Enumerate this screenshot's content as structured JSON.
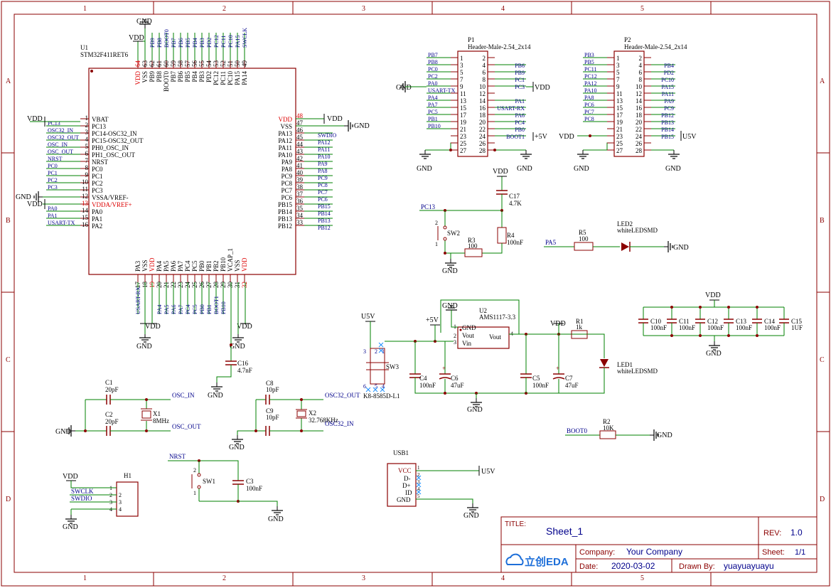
{
  "title_block": {
    "title_label": "TITLE:",
    "title": "Sheet_1",
    "rev_label": "REV:",
    "rev": "1.0",
    "company_label": "Company:",
    "company": "Your Company",
    "sheet_label": "Sheet:",
    "sheet": "1/1",
    "date_label": "Date:",
    "date": "2020-03-02",
    "drawn_label": "Drawn By:",
    "drawn_by": "yuayuayuayu",
    "logo_text": "立创EDA"
  },
  "frame": {
    "cols": [
      "1",
      "2",
      "3",
      "4",
      "5"
    ],
    "rows": [
      "A",
      "B",
      "C",
      "D"
    ]
  },
  "u1": {
    "ref": "U1",
    "value": "STM32F411RET6",
    "left_pins": [
      {
        "num": "1",
        "name": "VBAT",
        "net": "",
        "red": false
      },
      {
        "num": "2",
        "name": "PC13",
        "net": "PC13",
        "red": false
      },
      {
        "num": "3",
        "name": "PC14-OSC32_IN",
        "net": "OSC32_IN",
        "red": false
      },
      {
        "num": "4",
        "name": "PC15-OSC32_OUT",
        "net": "OSC32_OUT",
        "red": false
      },
      {
        "num": "5",
        "name": "PH0_OSC_IN",
        "net": "OSC_IN",
        "red": false
      },
      {
        "num": "6",
        "name": "PH1_OSC_OUT",
        "net": "OSC_OUT",
        "red": false
      },
      {
        "num": "7",
        "name": "NRST",
        "net": "NRST",
        "red": false
      },
      {
        "num": "8",
        "name": "PC0",
        "net": "PC0",
        "red": false
      },
      {
        "num": "9",
        "name": "PC1",
        "net": "PC1",
        "red": false
      },
      {
        "num": "10",
        "name": "PC2",
        "net": "PC2",
        "red": false
      },
      {
        "num": "11",
        "name": "PC3",
        "net": "PC3",
        "red": false
      },
      {
        "num": "12",
        "name": "VSSA/VREF-",
        "net": "",
        "red": false
      },
      {
        "num": "13",
        "name": "VDDA/VREF+",
        "net": "",
        "red": true
      },
      {
        "num": "14",
        "name": "PA0",
        "net": "PA0",
        "red": false
      },
      {
        "num": "15",
        "name": "PA1",
        "net": "PA1",
        "red": false
      },
      {
        "num": "16",
        "name": "PA2",
        "net": "USART-TX",
        "red": false
      }
    ],
    "right_pins": [
      {
        "num": "48",
        "name": "VDD",
        "net": "",
        "red": true
      },
      {
        "num": "47",
        "name": "VSS",
        "net": "",
        "red": false
      },
      {
        "num": "46",
        "name": "PA13",
        "net": "SWDIO",
        "red": false
      },
      {
        "num": "45",
        "name": "PA12",
        "net": "PA12",
        "red": false
      },
      {
        "num": "44",
        "name": "PA11",
        "net": "PA11",
        "red": false
      },
      {
        "num": "43",
        "name": "PA10",
        "net": "PA10",
        "red": false
      },
      {
        "num": "42",
        "name": "PA9",
        "net": "PA9",
        "red": false
      },
      {
        "num": "41",
        "name": "PA8",
        "net": "PA8",
        "red": false
      },
      {
        "num": "40",
        "name": "PC9",
        "net": "PC9",
        "red": false
      },
      {
        "num": "39",
        "name": "PC8",
        "net": "PC8",
        "red": false
      },
      {
        "num": "38",
        "name": "PC7",
        "net": "PC7",
        "red": false
      },
      {
        "num": "37",
        "name": "PC6",
        "net": "PC6",
        "red": false
      },
      {
        "num": "36",
        "name": "PB15",
        "net": "PB15",
        "red": false
      },
      {
        "num": "35",
        "name": "PB14",
        "net": "PB14",
        "red": false
      },
      {
        "num": "34",
        "name": "PB13",
        "net": "PB13",
        "red": false
      },
      {
        "num": "33",
        "name": "PB12",
        "net": "PB12",
        "red": false
      }
    ],
    "top_pins": [
      {
        "num": "64",
        "name": "VDD",
        "net": "",
        "red": true
      },
      {
        "num": "63",
        "name": "VSS",
        "net": "",
        "red": false
      },
      {
        "num": "62",
        "name": "PB9",
        "net": "PB9",
        "red": false
      },
      {
        "num": "61",
        "name": "PB8",
        "net": "PB8",
        "red": false
      },
      {
        "num": "60",
        "name": "BOOT0",
        "net": "BOOT0",
        "red": false
      },
      {
        "num": "59",
        "name": "PB7",
        "net": "PB7",
        "red": false
      },
      {
        "num": "58",
        "name": "PB6",
        "net": "PB6",
        "red": false
      },
      {
        "num": "57",
        "name": "PB5",
        "net": "PB5",
        "red": false
      },
      {
        "num": "56",
        "name": "PB4",
        "net": "PB4",
        "red": false
      },
      {
        "num": "55",
        "name": "PB3",
        "net": "PB3",
        "red": false
      },
      {
        "num": "54",
        "name": "PD2",
        "net": "PD2",
        "red": false
      },
      {
        "num": "53",
        "name": "PC12",
        "net": "PC12",
        "red": false
      },
      {
        "num": "52",
        "name": "PC11",
        "net": "PC11",
        "red": false
      },
      {
        "num": "51",
        "name": "PC10",
        "net": "PC10",
        "red": false
      },
      {
        "num": "50",
        "name": "PA15",
        "net": "PA15",
        "red": false
      },
      {
        "num": "49",
        "name": "PA14",
        "net": "SWCLK",
        "red": false
      }
    ],
    "bottom_pins": [
      {
        "num": "17",
        "name": "PA3",
        "net": "USART-RX",
        "red": false
      },
      {
        "num": "18",
        "name": "VSS",
        "net": "",
        "red": false
      },
      {
        "num": "19",
        "name": "VDD",
        "net": "",
        "red": true
      },
      {
        "num": "20",
        "name": "PA4",
        "net": "PA4",
        "red": false
      },
      {
        "num": "21",
        "name": "PA5",
        "net": "PA5",
        "red": false
      },
      {
        "num": "22",
        "name": "PA6",
        "net": "PA6",
        "red": false
      },
      {
        "num": "23",
        "name": "PA7",
        "net": "PA7",
        "red": false
      },
      {
        "num": "24",
        "name": "PC4",
        "net": "PC4",
        "red": false
      },
      {
        "num": "25",
        "name": "PC5",
        "net": "PC5",
        "red": false
      },
      {
        "num": "26",
        "name": "PB0",
        "net": "PB0",
        "red": false
      },
      {
        "num": "27",
        "name": "PB1",
        "net": "PB1",
        "red": false
      },
      {
        "num": "28",
        "name": "PB2",
        "net": "BOOT1",
        "red": false
      },
      {
        "num": "29",
        "name": "PB10",
        "net": "PB10",
        "red": false
      },
      {
        "num": "30",
        "name": "VCAP_1",
        "net": "",
        "red": false
      },
      {
        "num": "31",
        "name": "VSS",
        "net": "",
        "red": false
      },
      {
        "num": "32",
        "name": "VDD",
        "net": "",
        "red": true
      }
    ]
  },
  "p1": {
    "ref": "P1",
    "value": "Header-Male-2.54_2x14",
    "left_nums": [
      "1",
      "3",
      "5",
      "7",
      "9",
      "11",
      "13",
      "15",
      "17",
      "19",
      "21",
      "23",
      "25",
      "27"
    ],
    "right_nums": [
      "2",
      "4",
      "6",
      "8",
      "10",
      "12",
      "14",
      "16",
      "18",
      "20",
      "22",
      "24",
      "26",
      "28"
    ],
    "left_nets": [
      "PB7",
      "PB8",
      "PC0",
      "PC2",
      "PA0",
      "USART-TX",
      "PA4",
      "PA7",
      "PC5",
      "PB1",
      "PB10",
      "",
      "",
      ""
    ],
    "right_nets": [
      "",
      "PB6",
      "PB9",
      "PC1",
      "PC3",
      "",
      "PA1",
      "USART-RX",
      "PA6",
      "PC4",
      "PB0",
      "BOOT1",
      "",
      ""
    ]
  },
  "p2": {
    "ref": "P2",
    "value": "Header-Male-2.54_2x14",
    "left_nums": [
      "1",
      "3",
      "5",
      "7",
      "9",
      "11",
      "13",
      "15",
      "17",
      "19",
      "21",
      "23",
      "25",
      "27"
    ],
    "right_nums": [
      "2",
      "4",
      "6",
      "8",
      "10",
      "12",
      "14",
      "16",
      "18",
      "20",
      "22",
      "24",
      "26",
      "28"
    ],
    "left_nets": [
      "PB3",
      "PB5",
      "PC11",
      "PC12",
      "PA12",
      "PA10",
      "PA8",
      "PC6",
      "PC7",
      "PC8",
      "",
      "",
      "",
      ""
    ],
    "right_nets": [
      "",
      "PB4",
      "PD2",
      "PC10",
      "PA15",
      "PA11",
      "PA9",
      "PC9",
      "PB12",
      "PB13",
      "PB14",
      "PB15",
      "",
      ""
    ]
  },
  "power": {
    "gnd": "GND",
    "vdd": "VDD",
    "p5v": "+5V",
    "u5v": "U5V"
  },
  "components": {
    "c17": {
      "ref": "C17",
      "value": "4.7K"
    },
    "r3": {
      "ref": "R3",
      "value": "100"
    },
    "r4": {
      "ref": "R4",
      "value": "100nF"
    },
    "sw2": {
      "ref": "SW2",
      "pin1": "1",
      "pin2": "2"
    },
    "r5": {
      "ref": "R5",
      "value": "100"
    },
    "led2": {
      "ref": "LED2",
      "value": "whiteLEDSMD"
    },
    "u2": {
      "ref": "U2",
      "value": "AMS1117-3.3",
      "pin_gnd": "GND",
      "pin_vout_l": "Vout",
      "pin_vin": "Vin",
      "pin_vout_r": "Vout",
      "n1": "1",
      "n2": "2",
      "n3": "3",
      "n4": "4"
    },
    "r1": {
      "ref": "R1",
      "value": "1k"
    },
    "led1": {
      "ref": "LED1",
      "value": "whiteLEDSMD"
    },
    "c4": {
      "ref": "C4",
      "value": "100nF"
    },
    "c6": {
      "ref": "C6",
      "value": "47uF"
    },
    "c5": {
      "ref": "C5",
      "value": "100nF"
    },
    "c7": {
      "ref": "C7",
      "value": "47uF"
    },
    "sw3": {
      "ref": "SW3",
      "value": "K8-8585D-L1",
      "pins": [
        "3",
        "2",
        "1",
        "6",
        "5",
        "4"
      ]
    },
    "c16": {
      "ref": "C16",
      "value": "4.7nF"
    },
    "c1": {
      "ref": "C1",
      "value": "20pF"
    },
    "c2": {
      "ref": "C2",
      "value": "20pF"
    },
    "x1": {
      "ref": "X1",
      "value": "8MHz"
    },
    "c8": {
      "ref": "C8",
      "value": "10pF"
    },
    "c9": {
      "ref": "C9",
      "value": "10pF"
    },
    "x2": {
      "ref": "X2",
      "value": "32.768KHz"
    },
    "r2": {
      "ref": "R2",
      "value": "10K"
    },
    "sw1": {
      "ref": "SW1",
      "pin1": "1",
      "pin2": "2"
    },
    "c3": {
      "ref": "C3",
      "value": "100nF"
    },
    "h1": {
      "ref": "H1",
      "pins": [
        "1",
        "2",
        "3",
        "4"
      ]
    },
    "usb1": {
      "ref": "USB1",
      "pins": [
        "VCC",
        "D-",
        "D+",
        "ID",
        "GND"
      ],
      "nums": [
        "1",
        "2",
        "3",
        "4",
        "5"
      ]
    },
    "bank": [
      {
        "ref": "C10",
        "value": "100nF"
      },
      {
        "ref": "C11",
        "value": "100nF"
      },
      {
        "ref": "C12",
        "value": "100nF"
      },
      {
        "ref": "C13",
        "value": "100nF"
      },
      {
        "ref": "C14",
        "value": "100nF"
      },
      {
        "ref": "C15",
        "value": "1UF"
      }
    ]
  },
  "nets": {
    "osc_in": "OSC_IN",
    "osc_out": "OSC_OUT",
    "osc32_out": "OSC32_OUT",
    "osc32_in": "OSC32_IN",
    "nrst": "NRST",
    "pc13": "PC13",
    "pa5": "PA5",
    "boot0": "BOOT0",
    "swclk": "SWCLK",
    "swdio": "SWDIO"
  }
}
